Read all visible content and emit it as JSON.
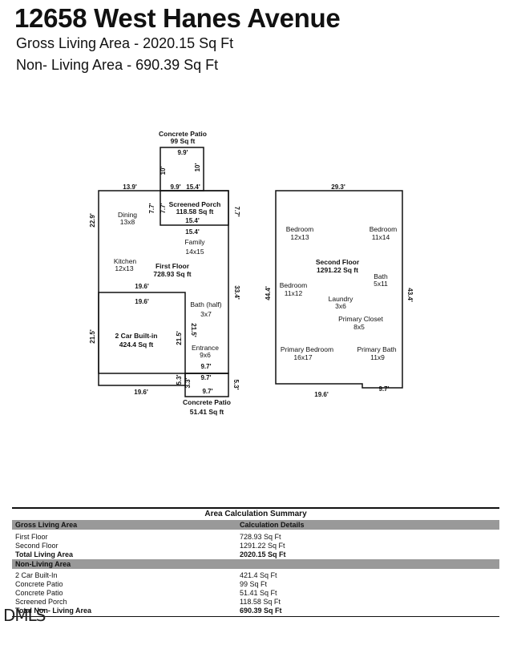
{
  "header": {
    "address": "12658 West Hanes Avenue",
    "gross_living": "Gross Living Area - 2020.15 Sq Ft",
    "non_living": "Non- Living Area - 690.39 Sq Ft"
  },
  "first_floor": {
    "patio_top": {
      "name": "Concrete Patio",
      "area": "99 Sq ft",
      "dim_width": "9.9'",
      "dim_left": "10'",
      "dim_right": "10'"
    },
    "screened_porch": {
      "name": "Screened Porch",
      "area": "118.58 Sq ft"
    },
    "dims": {
      "top_left": "13.9'",
      "top_mid": "9.9'",
      "top_right": "15.4'",
      "left_upper": "22.9'",
      "porch_left": "7.7'",
      "porch_inner": "7.7'",
      "porch_right": "7.7'",
      "porch_bottom": "15.4'",
      "porch_bottom2": "15.4'",
      "kitchen_bottom": "19.6'",
      "garage_top": "19.6'",
      "right_side": "33.4'",
      "garage_left": "21.5'",
      "garage_right": "21.5'",
      "entrance_bottom": "9.7'",
      "patio_bottom_top": "9.7'",
      "patio_bottom_left": "5.3'",
      "patio_bottom_inner": "3.3'",
      "patio_bottom_right": "5.3'",
      "garage_bottom": "19.6'",
      "patio_bottom_width": "9.7'"
    },
    "rooms": {
      "dining": {
        "name": "Dining",
        "size": "13x8"
      },
      "family": {
        "name": "Family",
        "size": "14x15"
      },
      "kitchen": {
        "name": "Kitchen",
        "size": "12x13"
      },
      "first_floor": {
        "name": "First Floor",
        "area": "728.93 Sq ft"
      },
      "bath_half": {
        "name": "Bath (half)",
        "size": "3x7"
      },
      "garage": {
        "name": "2 Car Built-in",
        "area": "424.4 Sq ft"
      },
      "entrance": {
        "name": "Entrance",
        "size": "9x6"
      }
    },
    "patio_bottom": {
      "name": "Concrete Patio",
      "area": "51.41 Sq ft"
    }
  },
  "second_floor": {
    "dims": {
      "top": "29.3'",
      "left": "44.4'",
      "right": "43.4'",
      "bottom_left": "19.6'",
      "bottom_right": "9.7'"
    },
    "rooms": {
      "bed1": {
        "name": "Bedroom",
        "size": "12x13"
      },
      "bed2": {
        "name": "Bedroom",
        "size": "11x14"
      },
      "second_floor": {
        "name": "Second Floor",
        "area": "1291.22 Sq ft"
      },
      "bath": {
        "name": "Bath",
        "size": "5x11"
      },
      "bed3": {
        "name": "Bedroom",
        "size": "11x12"
      },
      "laundry": {
        "name": "Laundry",
        "size": "3x6"
      },
      "closet": {
        "name": "Primary Closet",
        "size": "8x5"
      },
      "primary_bed": {
        "name": "Primary Bedroom",
        "size": "16x17"
      },
      "primary_bath": {
        "name": "Primary Bath",
        "size": "11x9"
      }
    }
  },
  "summary": {
    "title": "Area Calculation Summary",
    "gross_header": "Gross Living Area",
    "calc_header": "Calculation Details",
    "gross_rows": [
      {
        "label": "First Floor",
        "value": "728.93 Sq Ft"
      },
      {
        "label": "Second Floor",
        "value": "1291.22 Sq Ft"
      }
    ],
    "gross_total": {
      "label": "Total Living Area",
      "value": "2020.15 Sq Ft"
    },
    "non_header": "Non-Living Area",
    "non_rows": [
      {
        "label": "2 Car Built-In",
        "value": "421.4 Sq Ft"
      },
      {
        "label": "Concrete Patio",
        "value": "99 Sq Ft"
      },
      {
        "label": "Concrete Patio",
        "value": "51.41 Sq Ft"
      },
      {
        "label": "Screened Porch",
        "value": "118.58 Sq Ft"
      }
    ],
    "non_total": {
      "label": "Total Non- Living Area",
      "value": "690.39 Sq Ft"
    }
  },
  "watermark": "DMLS"
}
